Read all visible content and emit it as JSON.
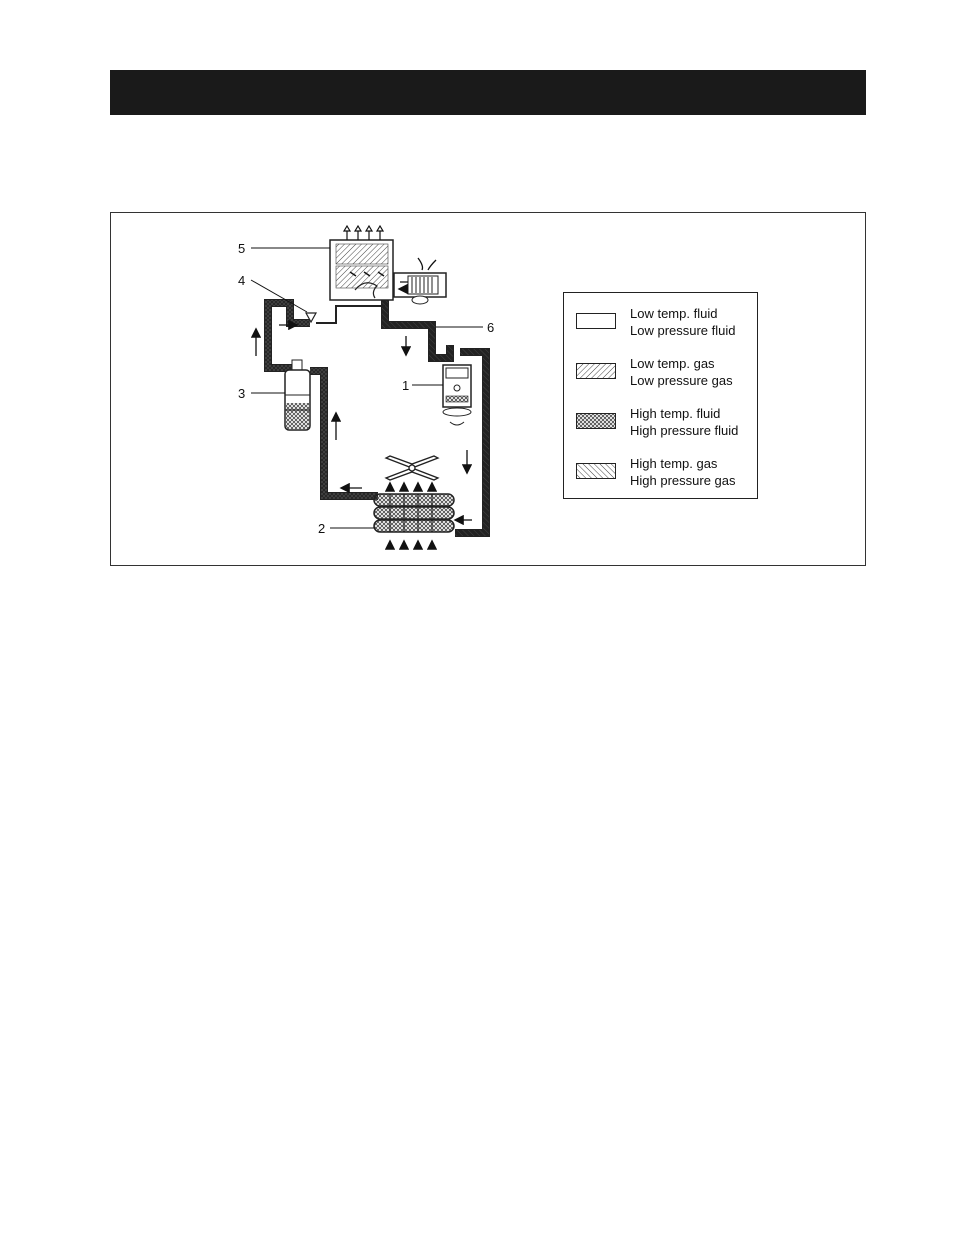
{
  "header": {
    "title": ""
  },
  "callouts": {
    "c1": "1",
    "c2": "2",
    "c3": "3",
    "c4": "4",
    "c5": "5",
    "c6": "6"
  },
  "legend": {
    "items": [
      {
        "line1": "Low temp. fluid",
        "line2": "Low pressure fluid",
        "pattern": "blank"
      },
      {
        "line1": "Low temp. gas",
        "line2": "Low pressure gas",
        "pattern": "diagonal-hatch"
      },
      {
        "line1": "High temp. fluid",
        "line2": "High pressure fluid",
        "pattern": "cross-hatch"
      },
      {
        "line1": "High temp. gas",
        "line2": "High pressure gas",
        "pattern": "reverse-diagonal-hatch"
      }
    ]
  }
}
